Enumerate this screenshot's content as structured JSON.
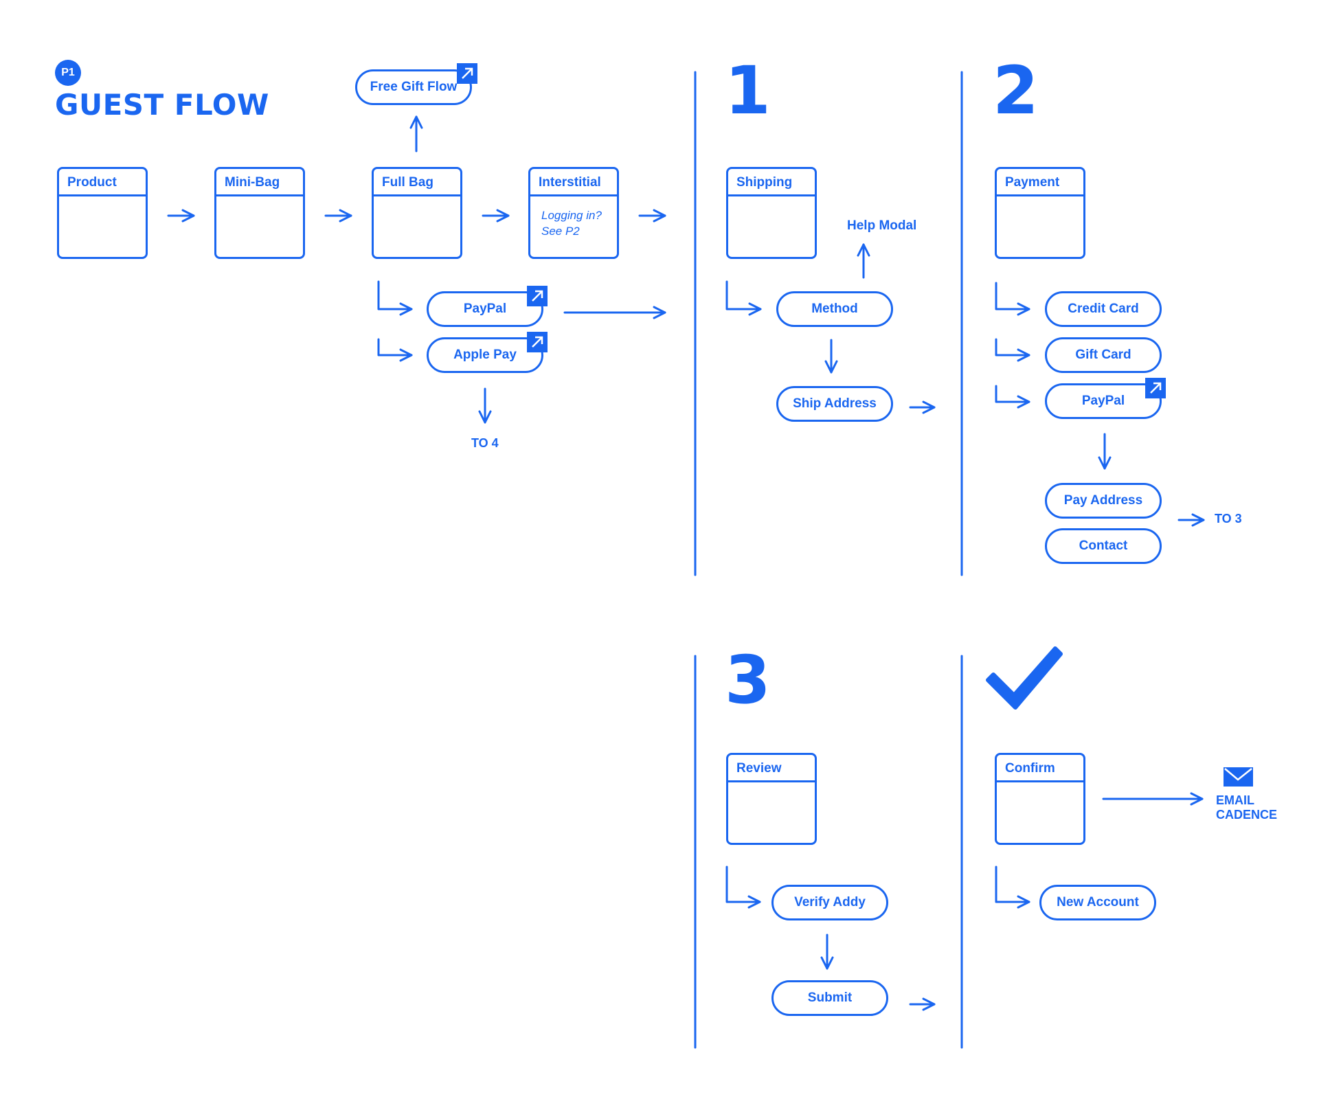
{
  "header": {
    "badge": "P1",
    "title": "GUEST FLOW"
  },
  "stages": {
    "one": "1",
    "two": "2",
    "three": "3"
  },
  "screens": {
    "product": "Product",
    "mini_bag": "Mini-Bag",
    "full_bag": "Full Bag",
    "interstitial": "Interstitial",
    "interstitial_note_1": "Logging in?",
    "interstitial_note_2": "See P2",
    "shipping": "Shipping",
    "payment": "Payment",
    "review": "Review",
    "confirm": "Confirm"
  },
  "actions": {
    "free_gift_flow": "Free Gift Flow",
    "paypal_bag": "PayPal",
    "apple_pay": "Apple Pay",
    "to_4": "TO 4",
    "help_modal": "Help Modal",
    "method": "Method",
    "ship_address": "Ship Address",
    "credit_card": "Credit Card",
    "gift_card": "Gift Card",
    "paypal_payment": "PayPal",
    "pay_address": "Pay Address",
    "contact": "Contact",
    "to_3": "TO 3",
    "verify_addy": "Verify Addy",
    "submit": "Submit",
    "new_account": "New Account",
    "email_line_1": "EMAIL",
    "email_line_2": "CADENCE"
  },
  "colors": {
    "primary": "#1a66f0",
    "background": "#ffffff"
  },
  "icons": {
    "external_link": "external-link-icon",
    "envelope": "envelope-icon",
    "checkmark": "checkmark-icon"
  }
}
